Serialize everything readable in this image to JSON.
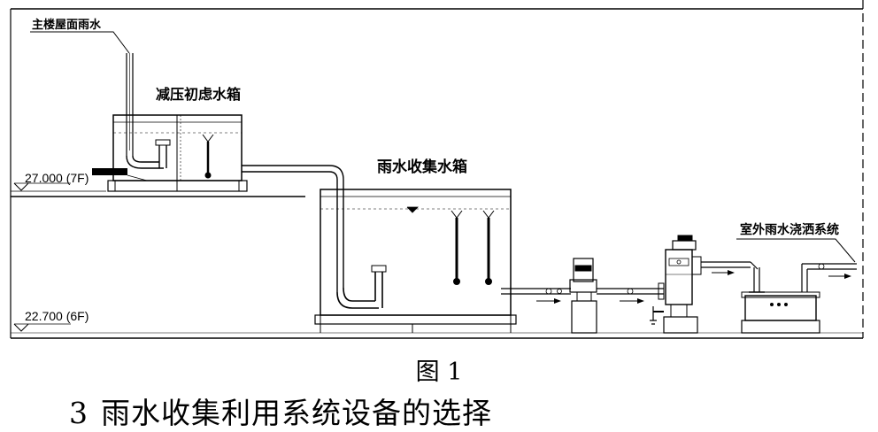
{
  "labels": {
    "main_roof_rain": "主楼屋面雨水",
    "pressure_tank": "减压初虑水箱",
    "collection_tank": "雨水收集水箱",
    "outdoor_system": "室外雨水浇洒系统"
  },
  "levels": {
    "upper": "27.000 (7F)",
    "lower": "22.700 (6F)"
  },
  "figure_caption": "图 1",
  "section": {
    "number": "3",
    "title": "雨水收集利用系统设备的选择"
  }
}
